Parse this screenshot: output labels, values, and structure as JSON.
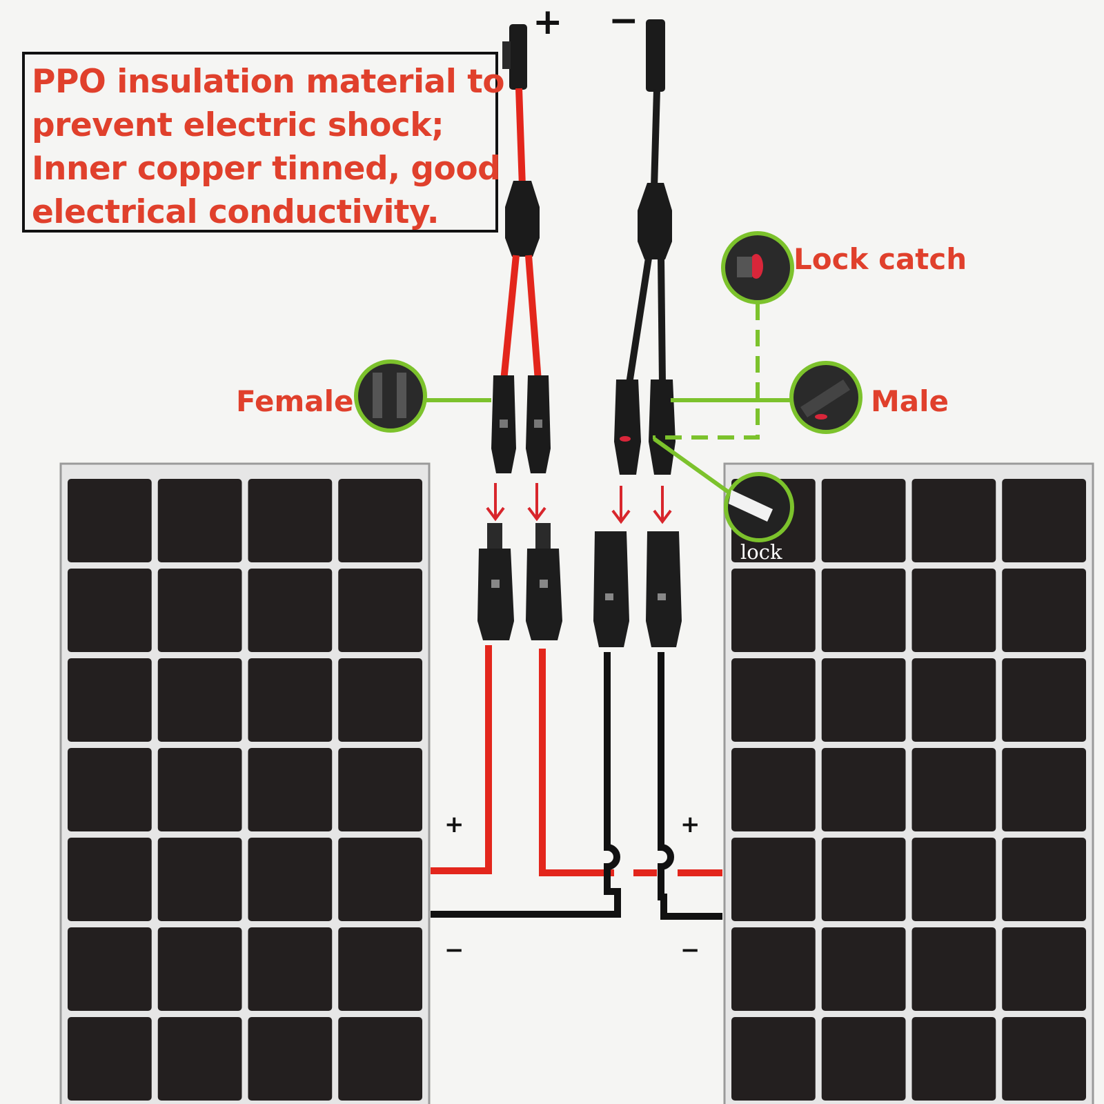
{
  "info_box": {
    "lines": [
      "PPO insulation material to",
      "prevent electric shock;",
      "Inner copper tinned, good",
      "electrical conductivity."
    ]
  },
  "labels": {
    "female": "Female",
    "male": "Male",
    "lock_catch": "Lock catch",
    "lock": "lock"
  },
  "signs": {
    "top_positive": "+",
    "top_negative": "−",
    "left_panel_positive": "+",
    "left_panel_negative": "−",
    "right_panel_positive": "+",
    "right_panel_negative": "−"
  },
  "colors": {
    "background": "#f5f5f3",
    "label_red": "#e0402c",
    "callout_green": "#7cc22c",
    "wire_red": "#e3261c",
    "wire_black": "#111111",
    "cell_dark": "#231f1f",
    "panel_gap": "#e6e6e6"
  },
  "panels": {
    "left": {
      "columns": 4,
      "rows": 7
    },
    "right": {
      "columns": 4,
      "rows": 7
    }
  }
}
